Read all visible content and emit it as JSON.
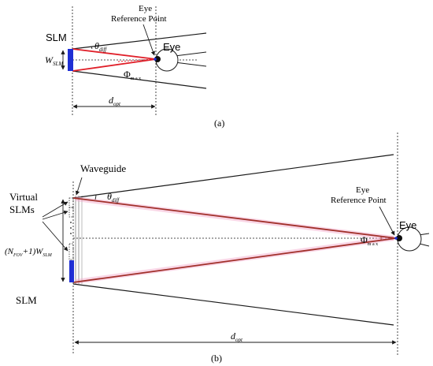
{
  "panel_a": {
    "slm_label": "SLM",
    "w_slm_main": "W",
    "w_slm_sub": "SLM",
    "theta_main": "θ",
    "theta_sub": "diff",
    "eye_ref_line1": "Eye",
    "eye_ref_line2": "Reference Point",
    "eye_label": "Eye",
    "phi_main": "Φ",
    "phi_sub": "m a x",
    "d_main": "d",
    "d_sub": "opt",
    "caption": "(a)"
  },
  "panel_b": {
    "waveguide_label": "Waveguide",
    "theta_main": "θ",
    "theta_sub": "diff",
    "virtual_line1": "Virtual",
    "virtual_line2": "SLMs",
    "formula_open": "(N",
    "formula_sub1": "FOV",
    "formula_mid": "+1)W",
    "formula_sub2": "SLM",
    "slm_label": "SLM",
    "eye_ref_line1": "Eye",
    "eye_ref_line2": "Reference Point",
    "eye_label": "Eye",
    "phi_main": "Φ",
    "phi_sub": "m a x",
    "d_main": "d",
    "d_sub": "opt",
    "caption": "(b)"
  },
  "colors": {
    "slm_fill": "#1f2fd4",
    "ray_red_a": "#e0202a",
    "ray_red_b": "#a1302a",
    "ray_glow_b": "#f2a6c8",
    "line_black": "#1a1a1a"
  }
}
